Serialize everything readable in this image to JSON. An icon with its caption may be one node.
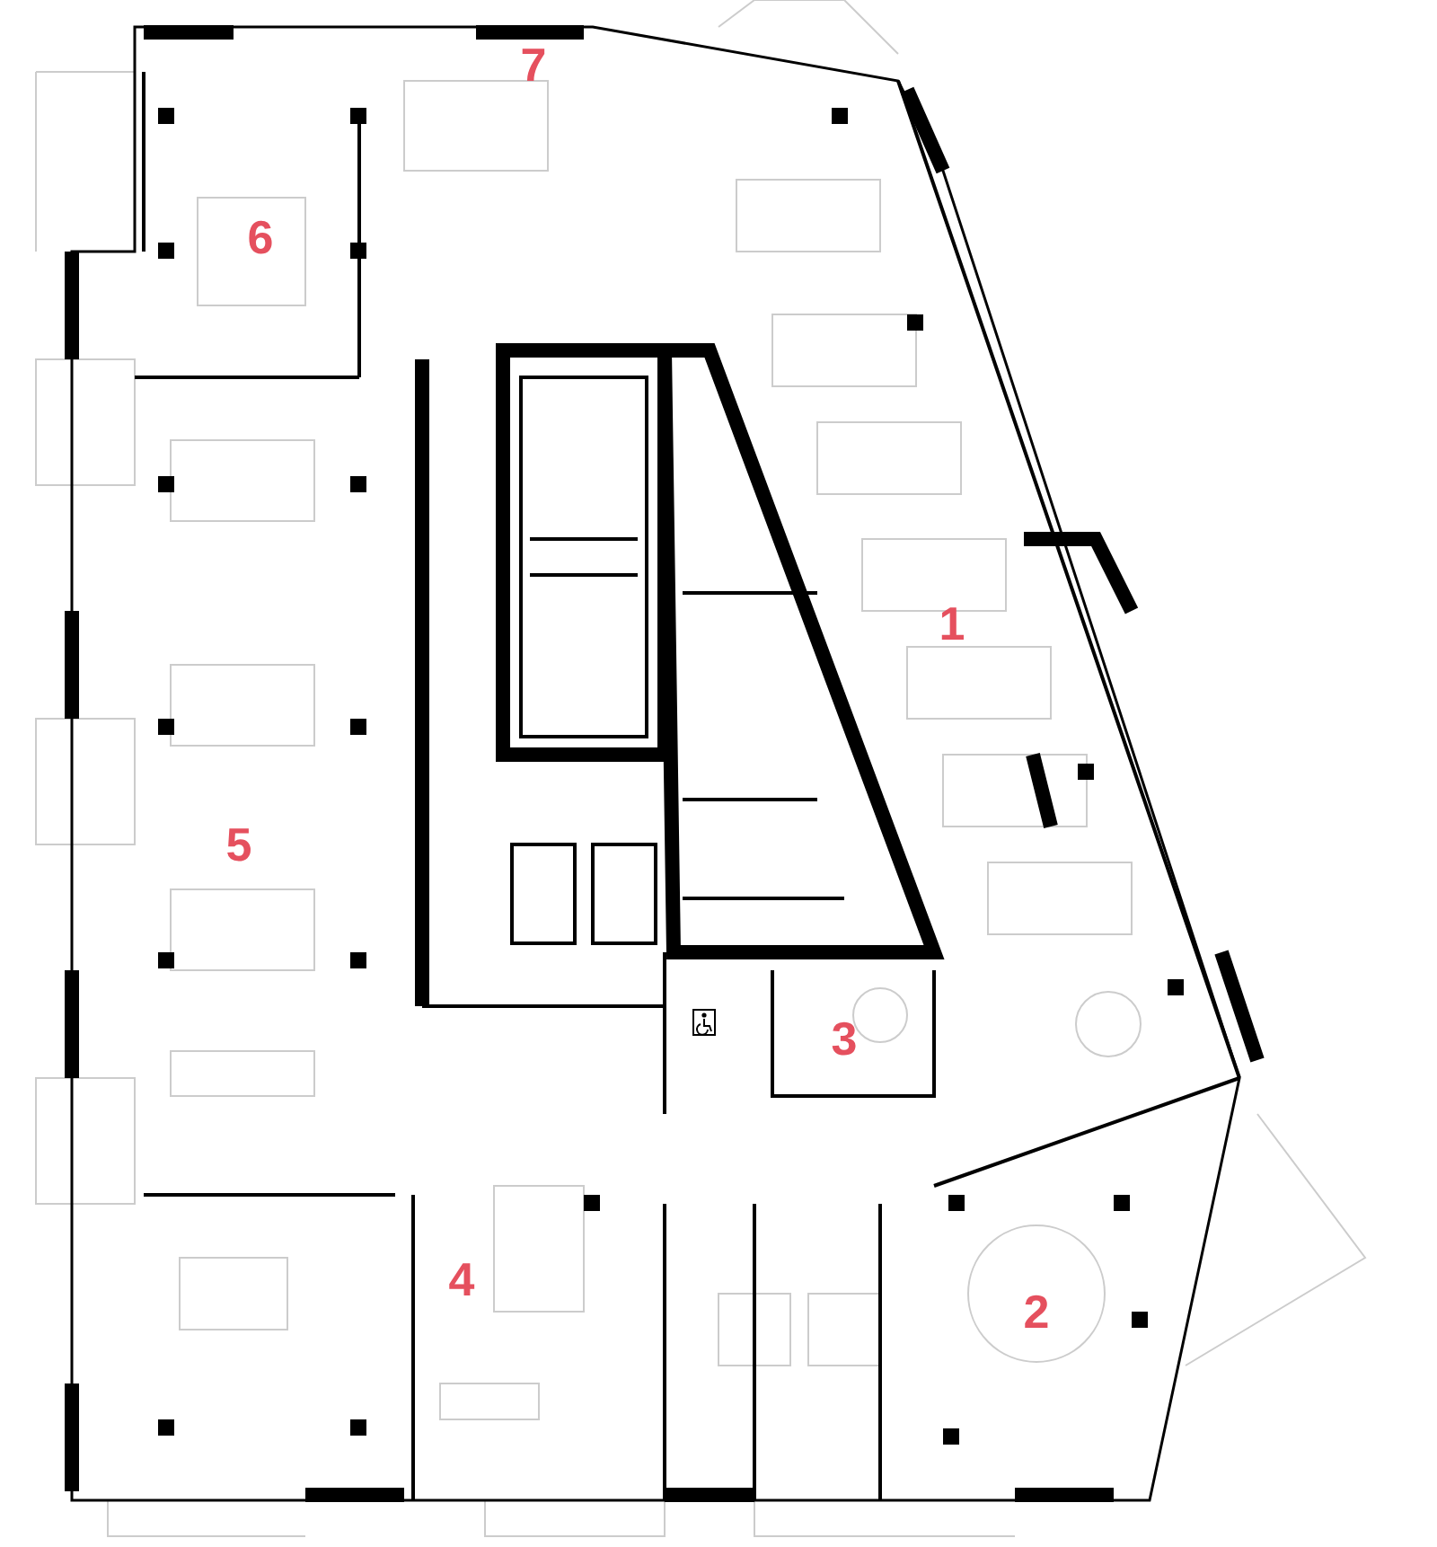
{
  "diagram": {
    "labels": [
      "7",
      "6",
      "1",
      "5",
      "3",
      "4",
      "2"
    ]
  }
}
